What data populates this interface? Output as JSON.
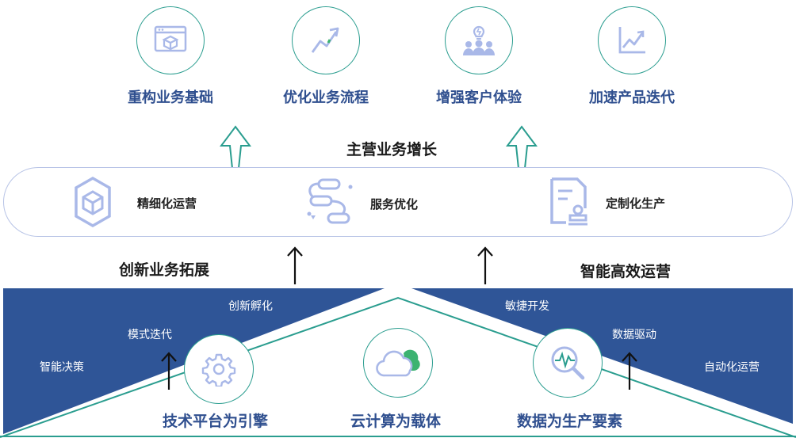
{
  "top_goals": [
    {
      "label": "重构业务基础",
      "icon": "browser-box-icon"
    },
    {
      "label": "优化业务流程",
      "icon": "trend-arrow-icon"
    },
    {
      "label": "增强客户体验",
      "icon": "team-idea-icon"
    },
    {
      "label": "加速产品迭代",
      "icon": "line-chart-icon"
    }
  ],
  "center_title": "主营业务增长",
  "pill_items": [
    {
      "label": "精细化运营",
      "icon": "cube-hexagon-icon"
    },
    {
      "label": "服务优化",
      "icon": "process-flow-icon"
    },
    {
      "label": "定制化生产",
      "icon": "document-stamp-icon"
    }
  ],
  "left_title": "创新业务拓展",
  "right_title": "智能高效运营",
  "roof_left_texts": [
    "创新孵化",
    "模式迭代",
    "智能决策"
  ],
  "roof_right_texts": [
    "敏捷开发",
    "数据驱动",
    "自动化运营"
  ],
  "foundations": [
    {
      "label": "技术平台为引擎",
      "icon": "gear-icon"
    },
    {
      "label": "云计算为载体",
      "icon": "cloud-icon"
    },
    {
      "label": "数据为生产要素",
      "icon": "data-magnifier-icon"
    }
  ],
  "colors": {
    "navy": "#2f5597",
    "teal": "#2a9d8f",
    "label_blue": "#2f4f8f",
    "light_icon": "#a9b8e8"
  }
}
